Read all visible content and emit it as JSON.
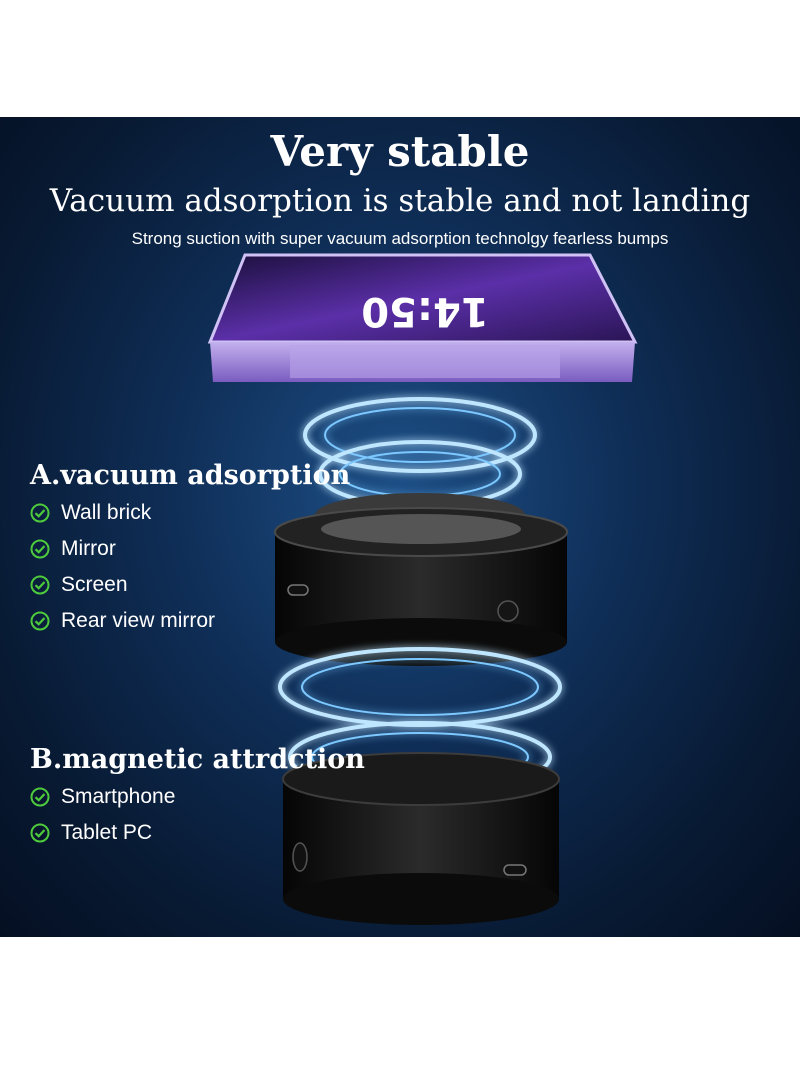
{
  "header": {
    "title": "Very stable",
    "subtitle": "Vacuum adsorption is stable and not landing",
    "tagline": "Strong suction with super vacuum adsorption technolgy fearless bumps"
  },
  "phone": {
    "clock": "14:50"
  },
  "section_a": {
    "title": "A.vacuum adsorption",
    "items": [
      {
        "label": "Wall brick"
      },
      {
        "label": "Mirror"
      },
      {
        "label": "Screen"
      },
      {
        "label": "Rear view mirror"
      }
    ]
  },
  "section_b": {
    "title": "B.magnetic attrdction",
    "items": [
      {
        "label": "Smartphone"
      },
      {
        "label": "Tablet PC"
      }
    ]
  },
  "colors": {
    "background": "#0f2e57",
    "check": "#4ecb3c",
    "ring_glow": "#9fd8ff",
    "phone_frame": "#9b7fd6"
  }
}
